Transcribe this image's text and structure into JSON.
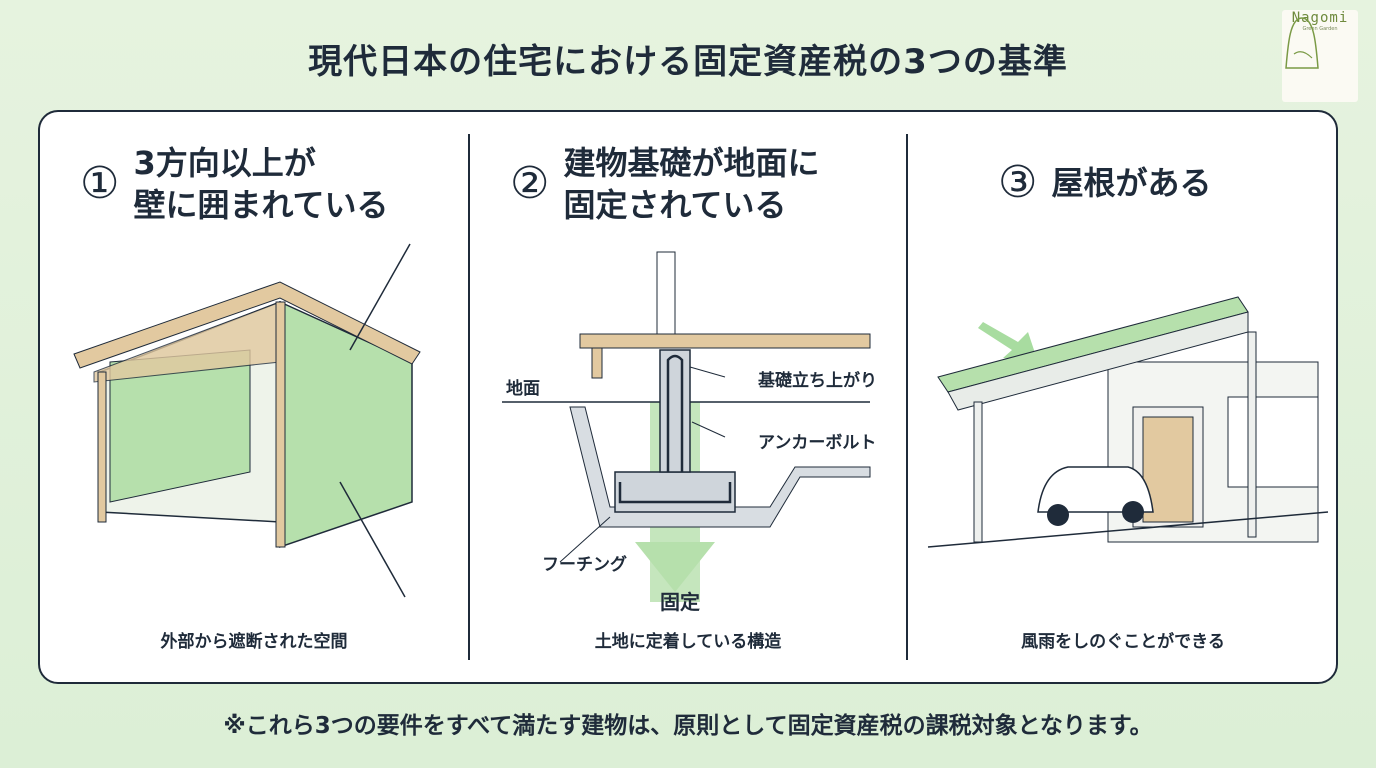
{
  "title": "現代日本の住宅における固定資産税の3つの基準",
  "logo": {
    "name": "Nagomi",
    "sub": "Green Garden"
  },
  "criteria": [
    {
      "number": "①",
      "heading_line1": "3方向以上が",
      "heading_line2": "壁に囲まれている",
      "caption": "外部から遮断された空間"
    },
    {
      "number": "②",
      "heading_line1": "建物基礎が地面に",
      "heading_line2": "固定されている",
      "caption": "土地に定着している構造",
      "labels": {
        "ground": "地面",
        "rise": "基礎立ち上がり",
        "anchor": "アンカーボルト",
        "footing": "フーチング",
        "fixed": "固定"
      }
    },
    {
      "number": "③",
      "heading_line1": "屋根がある",
      "caption": "風雨をしのぐことができる"
    }
  ],
  "footer": "※これら3つの要件をすべて満たす建物は、原則として固定資産税の課税対象となります。",
  "colors": {
    "accent": "#a8dca0",
    "ink": "#1f2b3a",
    "wood": "#e2c9a0"
  }
}
